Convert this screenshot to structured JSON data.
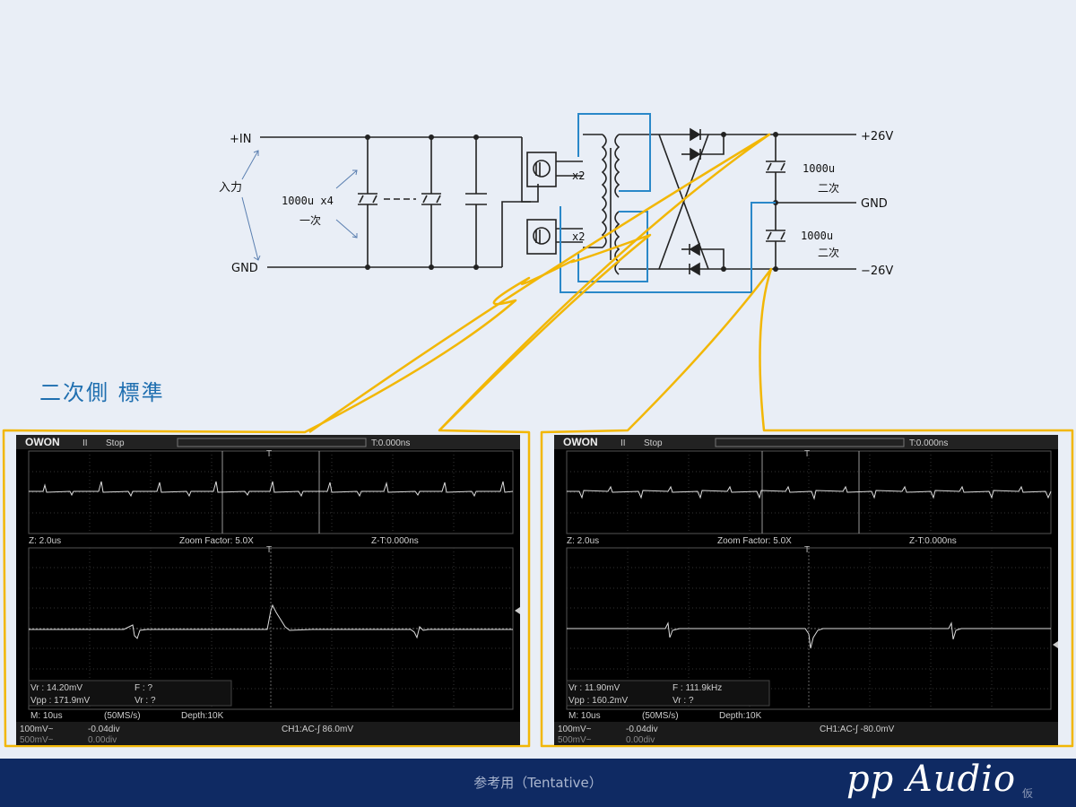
{
  "circuit": {
    "in_plus": "+IN",
    "in_gnd": "GND",
    "input_label": "入力",
    "primary_caps": "1000u x4",
    "primary_side": "一次",
    "x2_top": "x2",
    "x2_bottom": "x2",
    "cap_top": "1000u",
    "secondary_top": "二次",
    "cap_bottom": "1000u",
    "secondary_bottom": "二次",
    "out_pos": "+26V",
    "out_gnd": "GND",
    "out_neg": "−26V"
  },
  "heading": "二次側 標準",
  "scopes": [
    {
      "brand": "OWON",
      "run_state": "Stop",
      "pause": "II",
      "trigger_time": "T:0.000ns",
      "zoom_left": "Z: 2.0us",
      "zoom_factor": "Zoom Factor: 5.0X",
      "zoom_time": "Z-T:0.000ns",
      "meas": {
        "vr": "Vr : 14.20mV",
        "freq": "F :   ?",
        "vpp": "Vpp : 171.9mV",
        "vr2": "Vr :   ?"
      },
      "timebase": "M: 10us",
      "sample_rate": "(50MS/s)",
      "depth": "Depth:10K",
      "ch1_scale": "100mV~",
      "ch1_offset": "-0.04div",
      "ch2_scale": "500mV~",
      "ch2_offset": "0.00div",
      "trigger_info": "CH1:AC-∫ 86.0mV"
    },
    {
      "brand": "OWON",
      "run_state": "Stop",
      "pause": "II",
      "trigger_time": "T:0.000ns",
      "zoom_left": "Z: 2.0us",
      "zoom_factor": "Zoom Factor: 5.0X",
      "zoom_time": "Z-T:0.000ns",
      "meas": {
        "vr": "Vr : 11.90mV",
        "freq": "F : 111.9kHz",
        "vpp": "Vpp : 160.2mV",
        "vr2": "Vr :   ?"
      },
      "timebase": "M: 10us",
      "sample_rate": "(50MS/s)",
      "depth": "Depth:10K",
      "ch1_scale": "100mV~",
      "ch1_offset": "-0.04div",
      "ch2_scale": "500mV~",
      "ch2_offset": "0.00div",
      "trigger_info": "CH1:AC-∫ -80.0mV"
    }
  ],
  "footer": {
    "text": "参考用（Tentative）",
    "brand": "pp Audio",
    "brand_sub": "仮"
  },
  "colors": {
    "background": "#e9eef6",
    "heading": "#1f6fb0",
    "callout": "#f2b705",
    "highlight": "#2a88c9",
    "footer": "#0f2a63"
  }
}
